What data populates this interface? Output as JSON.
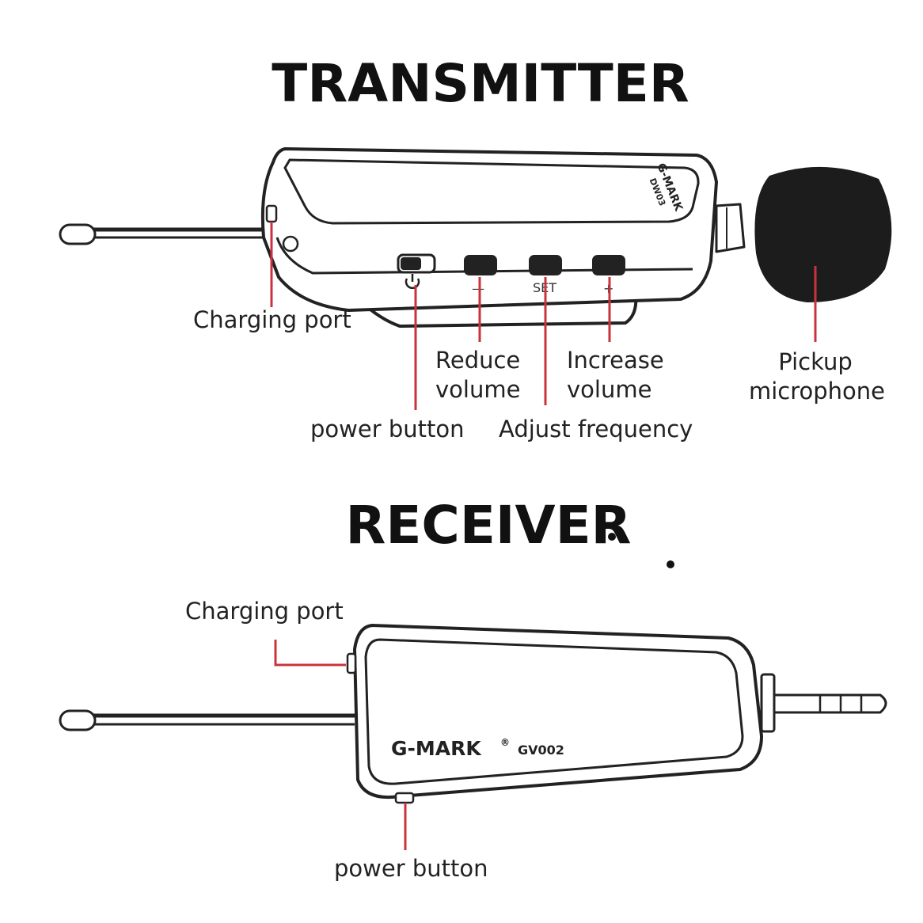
{
  "transmitter": {
    "title": "TRANSMITTER",
    "brand": "G-MARK",
    "model": "DW03",
    "set_label": "SET",
    "minus_mark": "—",
    "plus_mark": "+",
    "labels": {
      "charging_port": "Charging port",
      "reduce_volume_1": "Reduce",
      "reduce_volume_2": "volume",
      "increase_volume_1": "Increase",
      "increase_volume_2": "volume",
      "pickup_1": "Pickup",
      "pickup_2": "microphone",
      "power_button": "power button",
      "adjust_frequency": "Adjust frequency"
    }
  },
  "receiver": {
    "title": "RECEIVER",
    "brand": "G-MARK",
    "registered": "®",
    "model": "GV002",
    "labels": {
      "charging_port": "Charging port",
      "power_button": "power button"
    }
  },
  "colors": {
    "callout": "#c9343c",
    "outline": "#222222",
    "foam": "#1c1c1c"
  }
}
